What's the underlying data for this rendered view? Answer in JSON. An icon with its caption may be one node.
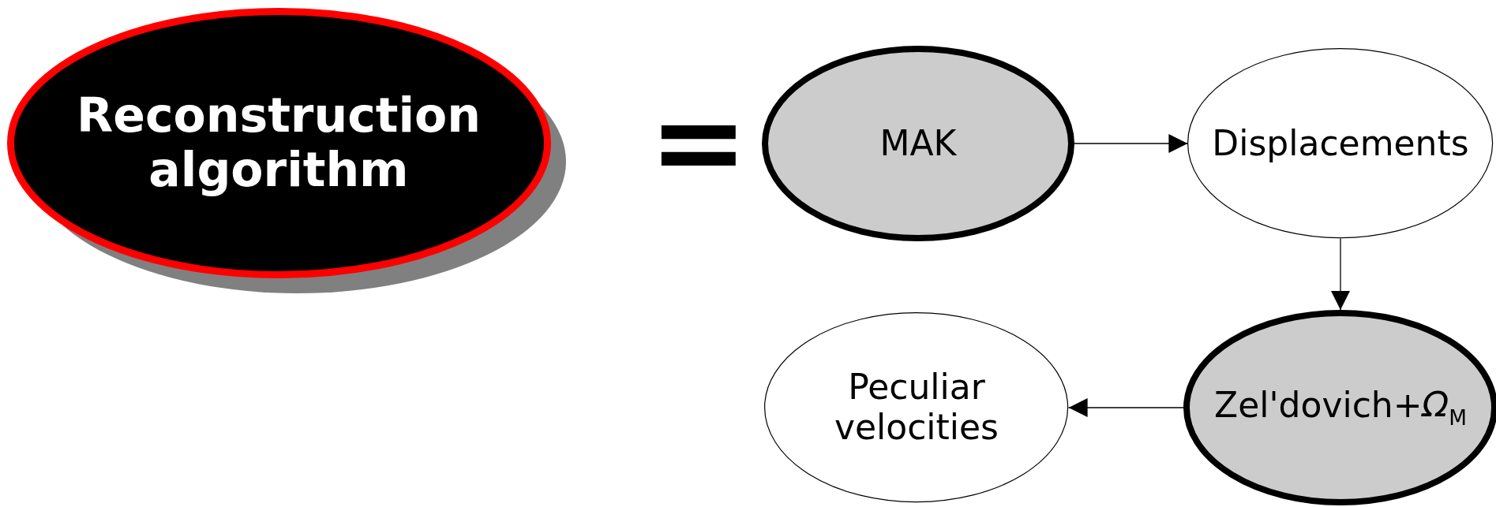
{
  "diagram": {
    "nodes": [
      {
        "text": [
          "Reconstruction algorithm"
        ]
      },
      {
        "text": [
          "MAK"
        ]
      },
      {
        "text": [
          "Displacements"
        ]
      },
      {
        "text": [
          "Zel'dovich+*Ω*$_{M}$"
        ]
      },
      {
        "text": [
          "Peculiar velocities"
        ]
      }
    ],
    "edges": [
      {
        "from": 1,
        "to": 2,
        "arrow": "to"
      },
      {
        "from": 2,
        "to": 3,
        "arrow": "to"
      },
      {
        "from": 3,
        "to": 4,
        "arrow": "to"
      }
    ],
    "labels": [
      "="
    ]
  }
}
